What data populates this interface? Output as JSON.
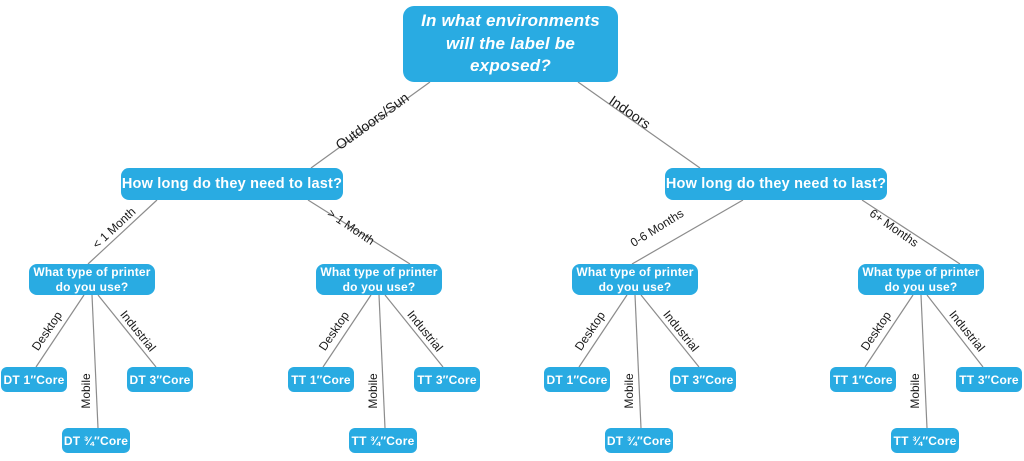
{
  "colors": {
    "node_fill": "#29ABE2",
    "node_text": "#FFFFFF",
    "edge_line": "#8C8C8C",
    "edge_label_text": "#1A1A1A",
    "background": "#FFFFFF"
  },
  "root": {
    "label": "In what environments will the label be exposed?"
  },
  "branches": [
    {
      "edge_label": "Outdoors/Sun",
      "question": "How long do they need to last?",
      "children": [
        {
          "edge_label": "< 1 Month",
          "question": "What type of printer do you use?",
          "options": [
            {
              "edge_label": "Desktop",
              "result": "DT 1″Core"
            },
            {
              "edge_label": "Mobile",
              "result": "DT ¾″Core"
            },
            {
              "edge_label": "Industrial",
              "result": "DT 3″Core"
            }
          ]
        },
        {
          "edge_label": "> 1 Month",
          "question": "What type of printer do you use?",
          "options": [
            {
              "edge_label": "Desktop",
              "result": "TT 1″Core"
            },
            {
              "edge_label": "Mobile",
              "result": "TT ¾″Core"
            },
            {
              "edge_label": "Industrial",
              "result": "TT 3″Core"
            }
          ]
        }
      ]
    },
    {
      "edge_label": "Indoors",
      "question": "How long do they need to last?",
      "children": [
        {
          "edge_label": "0-6 Months",
          "question": "What type of printer do you use?",
          "options": [
            {
              "edge_label": "Desktop",
              "result": "DT 1″Core"
            },
            {
              "edge_label": "Mobile",
              "result": "DT ¾″Core"
            },
            {
              "edge_label": "Industrial",
              "result": "DT 3″Core"
            }
          ]
        },
        {
          "edge_label": "6+ Months",
          "question": "What type of printer do you use?",
          "options": [
            {
              "edge_label": "Desktop",
              "result": "TT 1″Core"
            },
            {
              "edge_label": "Mobile",
              "result": "TT ¾″Core"
            },
            {
              "edge_label": "Industrial",
              "result": "TT 3″Core"
            }
          ]
        }
      ]
    }
  ]
}
